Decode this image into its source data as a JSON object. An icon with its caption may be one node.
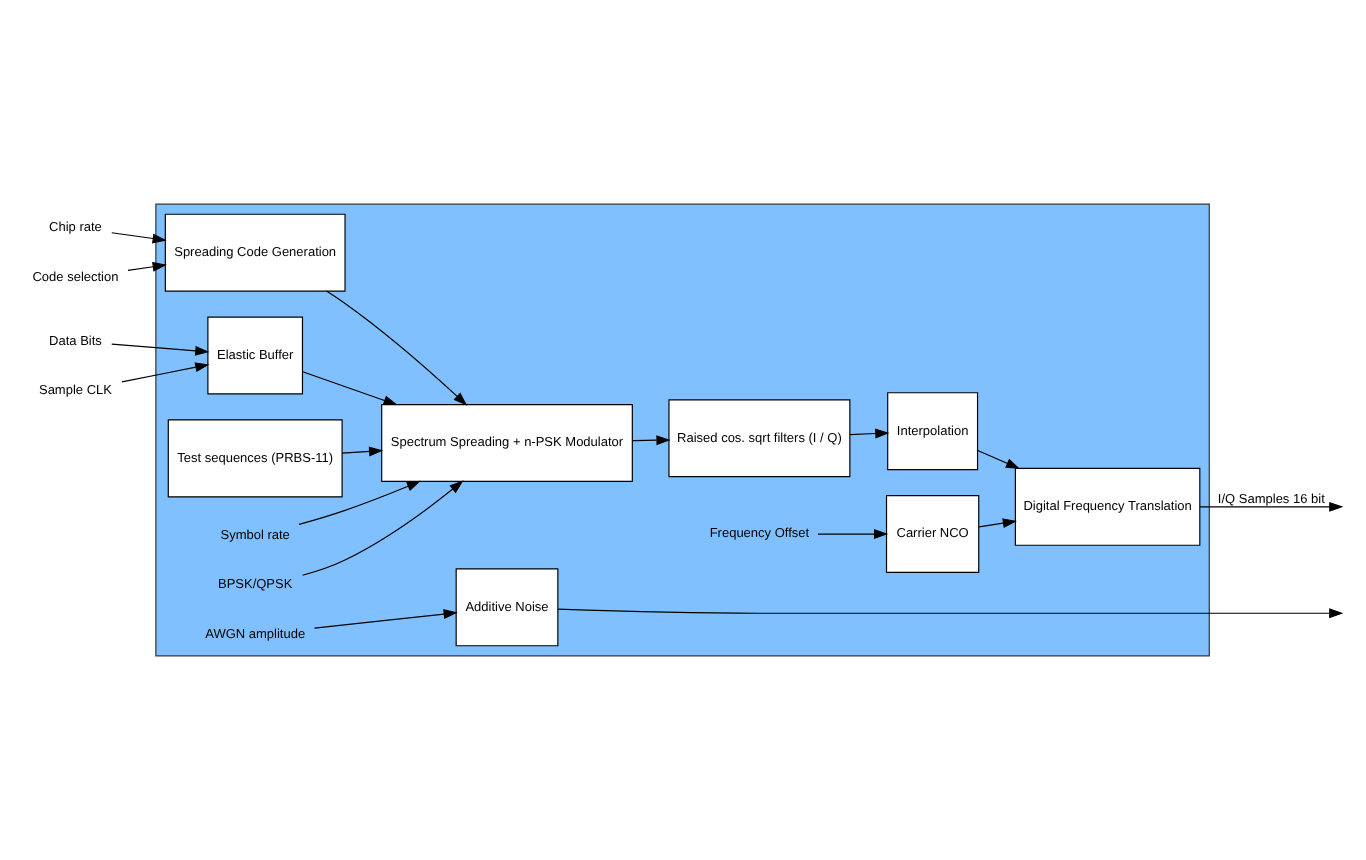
{
  "diagram": {
    "nodes": [
      {
        "text": [],
        "shape": "box"
      },
      {
        "text": [
          "Chip rate"
        ]
      },
      {
        "text": [
          "Code selection"
        ]
      },
      {
        "text": [
          "Data Bits"
        ]
      },
      {
        "text": [
          "Sample CLK"
        ]
      },
      {
        "text": [
          "Spreading Code Generation"
        ],
        "in": 0
      },
      {
        "text": [
          "Elastic Buffer"
        ],
        "in": 0
      },
      {
        "text": [
          "Test sequences (PRBS-11)"
        ],
        "in": 0
      },
      {
        "text": [
          "Spectrum Spreading + n-PSK Modulator"
        ],
        "in": 0
      },
      {
        "text": [
          "Symbol rate"
        ],
        "in": 0
      },
      {
        "text": [
          "BPSK/QPSK"
        ],
        "in": 0
      },
      {
        "text": [
          "Raised cos. sqrt filters (I / Q)"
        ],
        "in": 0
      },
      {
        "text": [
          "Interpolation"
        ],
        "in": 0
      },
      {
        "text": [
          "Frequency Offset"
        ],
        "in": 0
      },
      {
        "text": [
          "AWGN amplitude"
        ],
        "in": 0
      },
      {
        "text": [
          "Carrier NCO"
        ],
        "in": 0
      },
      {
        "text": [
          "Additive Noise"
        ],
        "in": 0
      },
      {
        "text": [
          "Digital Frequency Translation"
        ],
        "in": 0
      }
    ],
    "edges": [
      {
        "from": 1,
        "to": 5,
        "arrow": "to"
      },
      {
        "from": 2,
        "to": 5,
        "arrow": "to"
      },
      {
        "from": 3,
        "to": 6,
        "arrow": "to"
      },
      {
        "from": 4,
        "to": 6,
        "arrow": "to"
      },
      {
        "from": 5,
        "to": 8,
        "arrow": "to"
      },
      {
        "from": 6,
        "to": 8,
        "arrow": "to"
      },
      {
        "from": 7,
        "to": 8,
        "arrow": "to"
      },
      {
        "from": 9,
        "to": 8,
        "arrow": "to"
      },
      {
        "from": 10,
        "to": 8,
        "arrow": "to"
      },
      {
        "from": 8,
        "to": 11,
        "arrow": "to"
      },
      {
        "from": 11,
        "to": 12,
        "arrow": "to"
      },
      {
        "from": 12,
        "to": 17,
        "arrow": "to"
      },
      {
        "from": 13,
        "to": 15,
        "arrow": "to"
      },
      {
        "from": 14,
        "to": 16,
        "arrow": "to"
      },
      {
        "from": 15,
        "to": 17,
        "arrow": "to"
      },
      {
        "from": 17,
        "to": null,
        "arrow": "to",
        "label": "I/Q Samples 16 bit"
      },
      {
        "from": 16,
        "to": null,
        "arrow": "to"
      }
    ]
  }
}
